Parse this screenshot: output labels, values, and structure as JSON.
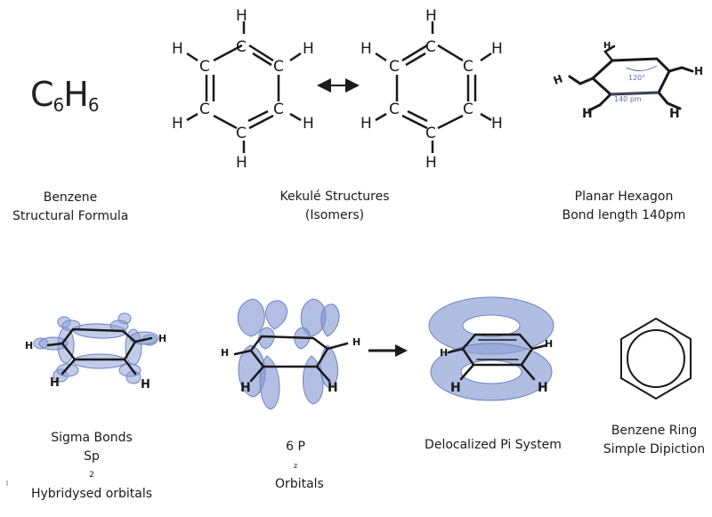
{
  "formula": {
    "element_c": "C",
    "count_c": "6",
    "element_h": "H",
    "count_h": "6"
  },
  "atoms": {
    "carbon": "C",
    "hydrogen": "H"
  },
  "planar": {
    "angle_label": "120°",
    "bond_length_label": "140 pm"
  },
  "captions": {
    "structural": {
      "line1": "Benzene",
      "line2": "Structural Formula"
    },
    "kekule": {
      "line1": "Kekulé Structures",
      "line2": "(Isomers)"
    },
    "planar": {
      "line1": "Planar Hexagon",
      "line2": "Bond length 140pm"
    },
    "sigma": {
      "line1": "Sigma Bonds",
      "line2_prefix": "Sp",
      "line2_sup": "2",
      "line2_rest": " Hybridysed orbitals"
    },
    "pz": {
      "prefix": "6 P",
      "sub": "z",
      "rest": "  Orbitals"
    },
    "pi": {
      "line1": "Delocalized Pi System"
    },
    "ring": {
      "line1": "Benzene Ring",
      "line2": "Simple Dipiction"
    }
  },
  "colors": {
    "orbital_fill": "#8fa2d6",
    "orbital_stroke": "#6d82c2",
    "label_blue": "#5b6fb5",
    "ink": "#1a1a1a"
  }
}
